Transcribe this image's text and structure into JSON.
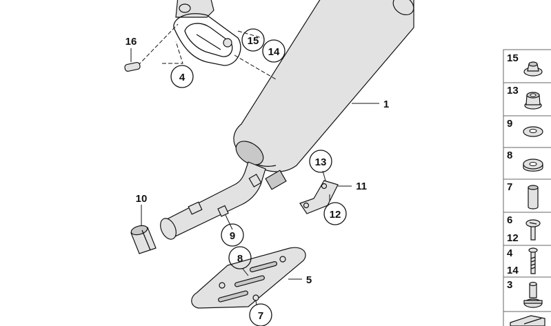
{
  "callouts": {
    "c15": "15",
    "c14": "14",
    "c4": "4",
    "c13": "13",
    "c12": "12",
    "c9": "9",
    "c8": "8",
    "c7": "7"
  },
  "labels": {
    "l16": "16",
    "l1": "1",
    "l11": "11",
    "l10": "10",
    "l5": "5"
  },
  "side_panel": {
    "rows": [
      {
        "top": "15",
        "bottom": ""
      },
      {
        "top": "13",
        "bottom": ""
      },
      {
        "top": "9",
        "bottom": ""
      },
      {
        "top": "8",
        "bottom": ""
      },
      {
        "top": "7",
        "bottom": ""
      },
      {
        "top": "6",
        "bottom": "12"
      },
      {
        "top": "4",
        "bottom": "14"
      },
      {
        "top": "3",
        "bottom": ""
      }
    ]
  },
  "colors": {
    "line": "#111111",
    "part_fill": "#e2e2e2"
  }
}
